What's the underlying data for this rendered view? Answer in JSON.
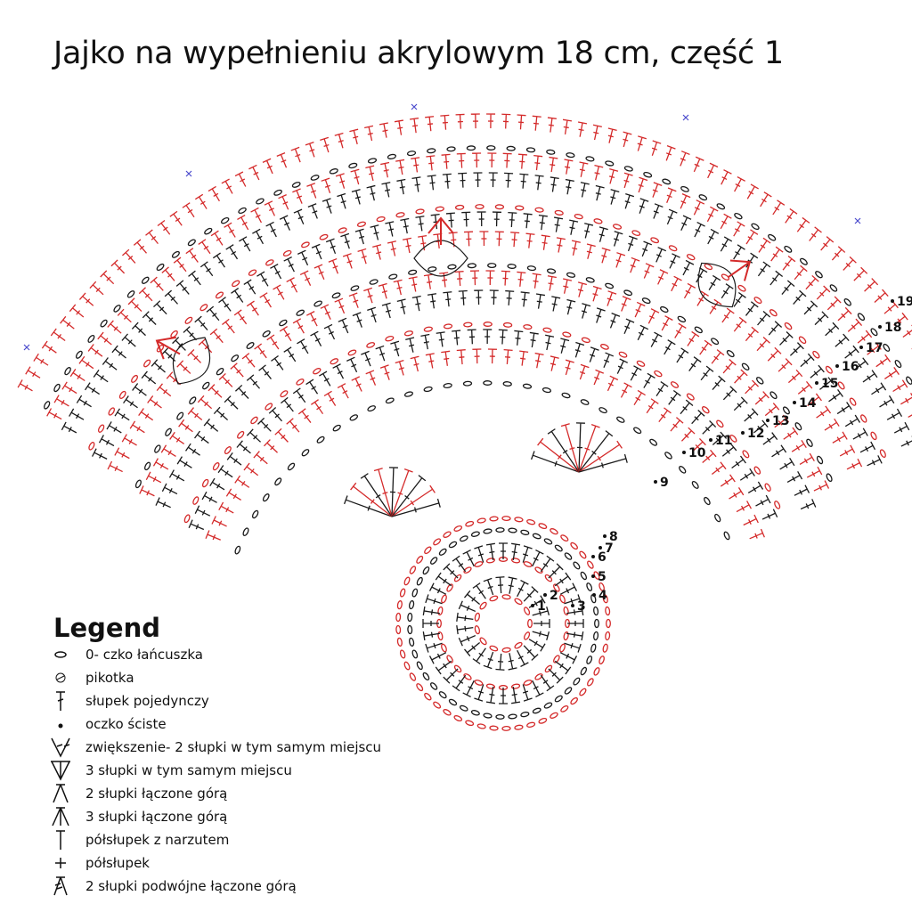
{
  "title": "Jajko na wypełnieniu akrylowym 18 cm, część 1",
  "legend": {
    "heading": "Legend",
    "items": [
      {
        "icon": "chain-oval-icon",
        "label": "0- czko łańcuszka"
      },
      {
        "icon": "picot-icon",
        "label": "pikotka"
      },
      {
        "icon": "double-crochet-icon",
        "label": "słupek pojedynczy"
      },
      {
        "icon": "slip-stitch-dot-icon",
        "label": "oczko ściste"
      },
      {
        "icon": "v-increase-icon",
        "label": "zwiększenie- 2 słupki w tym samym miejscu"
      },
      {
        "icon": "three-dc-same-place-icon",
        "label": "3 słupki w tym samym miejscu"
      },
      {
        "icon": "dc2tog-icon",
        "label": "2 słupki łączone górą"
      },
      {
        "icon": "dc3tog-icon",
        "label": "3 słupki łączone górą"
      },
      {
        "icon": "hdc-icon",
        "label": "półsłupek z narzutem"
      },
      {
        "icon": "sc-plus-icon",
        "label": "półsłupek"
      },
      {
        "icon": "tr2tog-icon",
        "label": "2 słupki podwójne łączone górą"
      }
    ]
  },
  "row_numbers": [
    "1",
    "2",
    "3",
    "4",
    "5",
    "6",
    "7",
    "8",
    "9",
    "10",
    "11",
    "12",
    "13",
    "14",
    "15",
    "16",
    "17",
    "18",
    "19"
  ],
  "colors": {
    "black": "#1a1a1a",
    "red": "#d42a2a",
    "blue": "#4a4acc"
  }
}
